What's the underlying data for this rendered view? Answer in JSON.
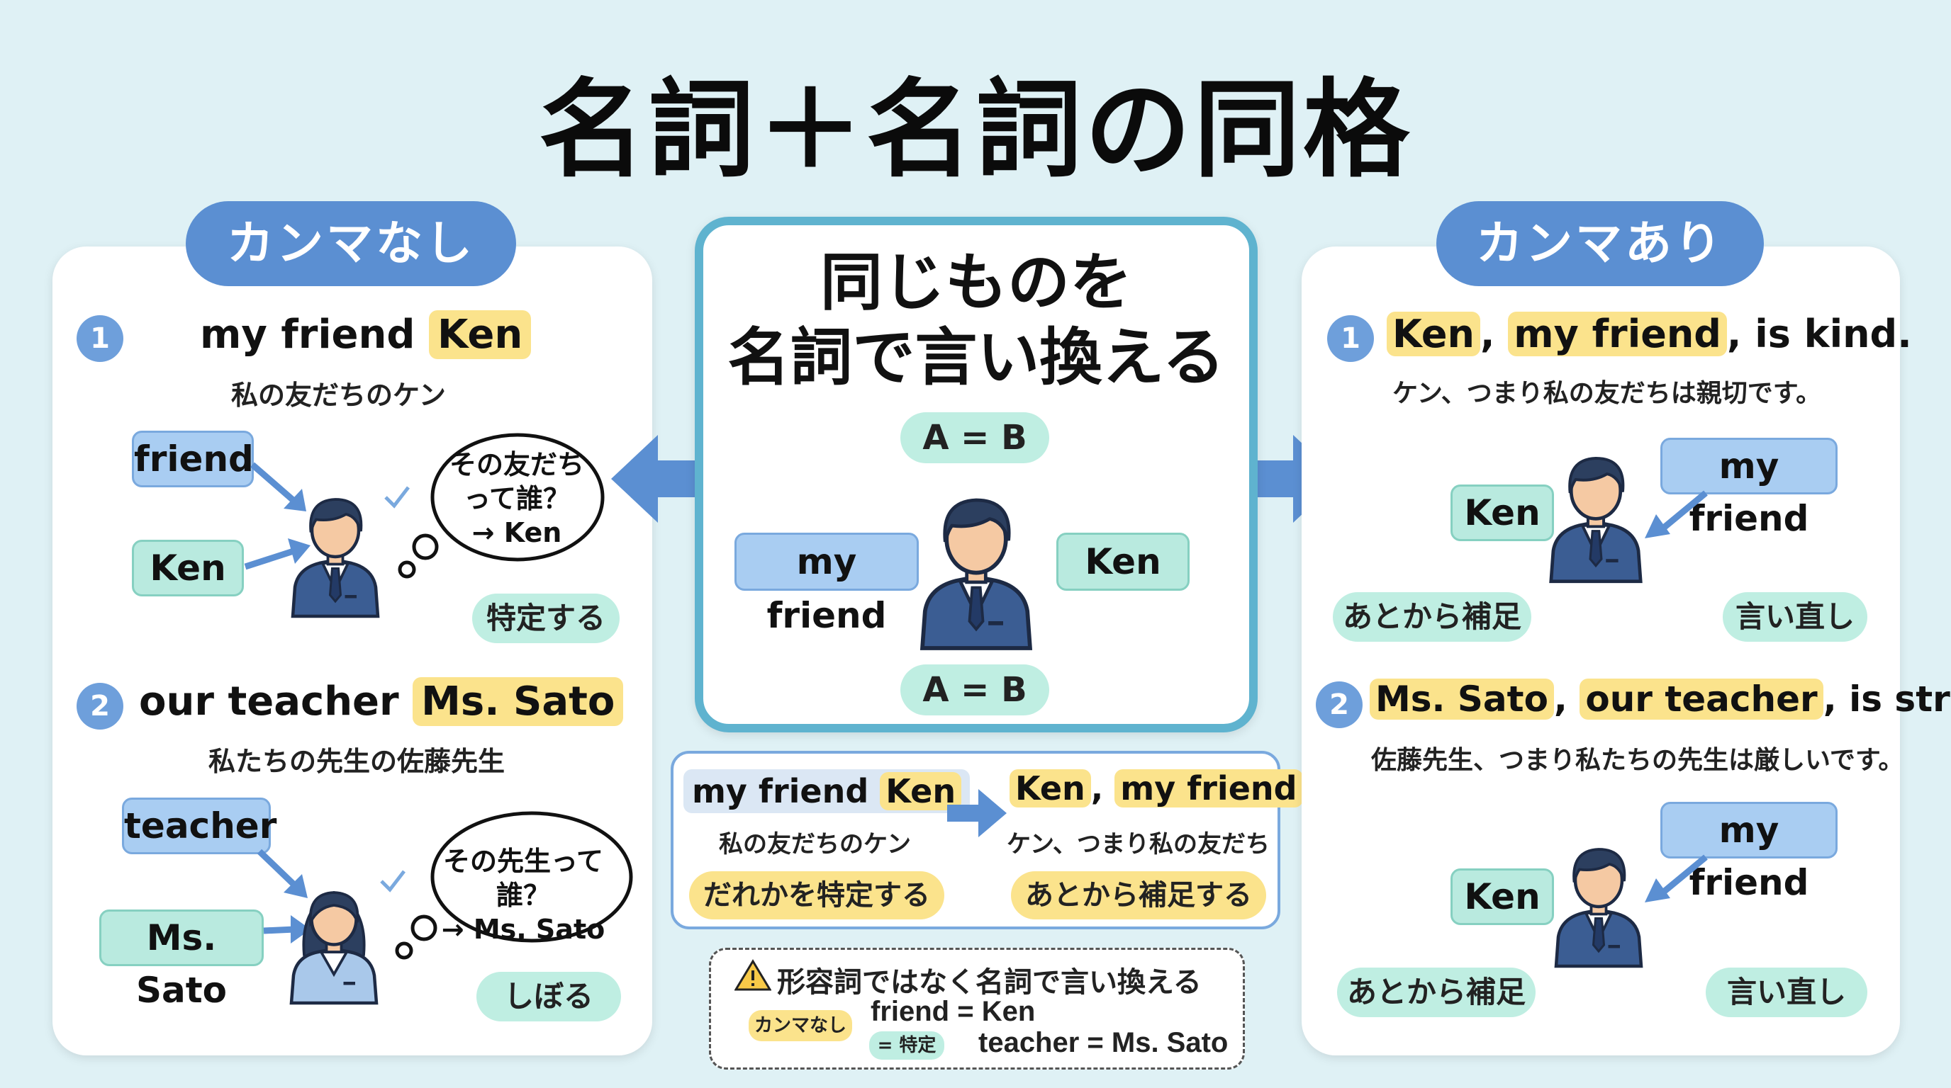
{
  "title": "名詞＋名詞の同格",
  "left": {
    "header": "カンマなし",
    "ex1": {
      "num": "1",
      "phrase_pre": "my friend",
      "phrase_hl": "Ken",
      "translation": "私の友だちのケン",
      "tag_a": "friend",
      "tag_b": "Ken",
      "bubble_line1": "その友だち",
      "bubble_line2": "って誰？",
      "bubble_line3": "→ Ken",
      "badge": "特定する"
    },
    "ex2": {
      "num": "2",
      "phrase_pre": "our teacher",
      "phrase_hl": "Ms. Sato",
      "translation": "私たちの先生の佐藤先生",
      "tag_a": "teacher",
      "tag_b": "Ms. Sato",
      "bubble_line1": "その先生って誰？",
      "bubble_line2": "→ Ms. Sato",
      "badge": "しぼる"
    }
  },
  "center": {
    "heading_line1": "同じものを",
    "heading_line2": "名詞で言い換える",
    "eq_top": "A = B",
    "eq_bottom": "A = B",
    "tag_left": "my friend",
    "tag_right": "Ken",
    "compare": {
      "left_pre": "my friend",
      "left_hl": "Ken",
      "left_jp": "私の友だちのケン",
      "left_badge": "だれかを特定する",
      "right_hl1": "Ken",
      "right_comma": ",",
      "right_hl2": "my friend",
      "right_jp": "ケン、つまり私の友だち",
      "right_badge": "あとから補足する"
    },
    "note": {
      "warning": "形容詞ではなく名詞で言い換える",
      "badge_a": "カンマなし",
      "badge_b": "= 特定",
      "line1": "friend = Ken",
      "line2": "teacher = Ms. Sato"
    }
  },
  "right": {
    "header": "カンマあり",
    "ex1": {
      "num": "1",
      "hl1": "Ken",
      "comma1": ",",
      "hl2": "my friend",
      "rest": ", is kind.",
      "translation": "ケン、つまり私の友だちは親切です。",
      "tag_a": "my friend",
      "tag_b": "Ken",
      "badge_left": "あとから補足",
      "badge_right": "言い直し"
    },
    "ex2": {
      "num": "2",
      "hl1": "Ms. Sato",
      "comma1": ",",
      "hl2": "our teacher",
      "rest": ", is strict.",
      "translation": "佐藤先生、つまり私たちの先生は厳しいです。",
      "tag_a": "my friend",
      "tag_b": "Ken",
      "badge_left": "あとから補足",
      "badge_right": "言い直し"
    }
  },
  "colors": {
    "background": "#dff1f5",
    "header_blue": "#5b8fd2",
    "highlight": "#fbe38c",
    "mint": "#bfeee2",
    "tag_blue": "#a9cdf2",
    "frame_teal": "#5fb3cf",
    "arrow_blue": "#5b8fd2"
  },
  "icons": [
    "person-icon",
    "thought-bubble-icon",
    "checkmark-icon",
    "arrow-icon",
    "warning-icon"
  ]
}
